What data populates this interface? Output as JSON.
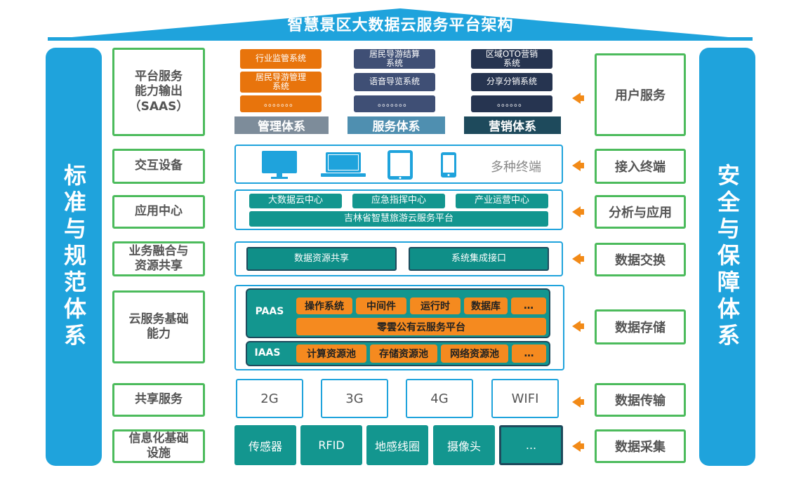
{
  "title": "智慧景区大数据云服务平台架构",
  "left_pillar": "标准与规范体系",
  "right_pillar": "安全与保障体系",
  "left_labels": [
    "平台服务\n能力输出\n（SAAS）",
    "交互设备",
    "应用中心",
    "业务融合与\n资源共享",
    "云服务基础\n能力",
    "共享服务",
    "信息化基础\n设施"
  ],
  "right_labels": [
    "用户服务",
    "接入终端",
    "分析与应用",
    "数据交换",
    "数据存储",
    "数据传输",
    "数据采集"
  ],
  "saas": {
    "management": {
      "items": [
        "行业监管系统",
        "居民导游管理\n系统",
        "。。。。。。。"
      ],
      "label": "管理体系"
    },
    "service": {
      "items": [
        "居民导游结算\n系统",
        "语音导览系统",
        "。。。。。。。"
      ],
      "label": "服务体系"
    },
    "marketing": {
      "items": [
        "区域OTO营销\n系统",
        "分享分销系统",
        "。。。。。。"
      ],
      "label": "营销体系"
    }
  },
  "devices": {
    "label": "多种终端",
    "icons": [
      "monitor-icon",
      "laptop-icon",
      "tablet-icon",
      "phone-icon"
    ]
  },
  "app_center": {
    "items": [
      "大数据云中心",
      "应急指挥中心",
      "产业运营中心"
    ],
    "platform": "吉林省智慧旅游云服务平台"
  },
  "fusion": {
    "items": [
      "数据资源共享",
      "系统集成接口"
    ]
  },
  "cloud": {
    "paas_label": "PAAS",
    "paas_items": [
      "操作系统",
      "中间件",
      "运行时",
      "数据库",
      "…"
    ],
    "paas_platform": "零雲公有云服务平台",
    "iaas_label": "IAAS",
    "iaas_items": [
      "计算资源池",
      "存储资源池",
      "网络资源池",
      "…"
    ]
  },
  "network": [
    "2G",
    "3G",
    "4G",
    "WIFI"
  ],
  "sensors": [
    "传感器",
    "RFID",
    "地感线圈",
    "摄像头",
    "..."
  ],
  "colors": {
    "blue": "#1fa3dc",
    "green": "#4cbb5c",
    "orange": "#f28a17",
    "teal": "#13968f"
  }
}
